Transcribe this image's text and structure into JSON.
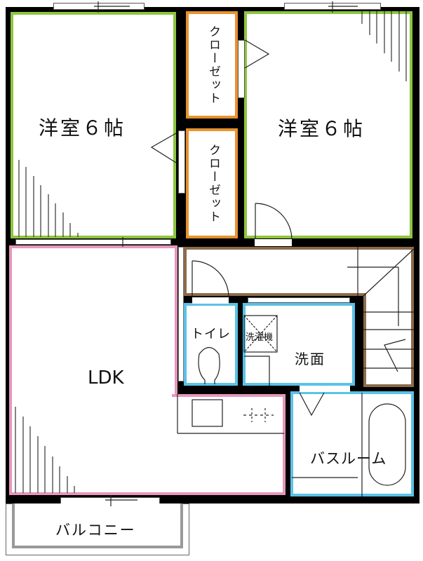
{
  "plan": {
    "colors": {
      "wall": "#000000",
      "bedroom_border": "#8dc63f",
      "closet_border": "#e8922e",
      "ldk_border": "#e597bd",
      "wet_border": "#5bc2e7",
      "hall_border": "#8b6b4a"
    },
    "rooms": {
      "bedroom_west": {
        "label": "洋室６帖"
      },
      "bedroom_east": {
        "label": "洋室６帖"
      },
      "closet_upper": {
        "label": "クローゼット"
      },
      "closet_lower": {
        "label": "クローゼット"
      },
      "ldk": {
        "label": "LDK"
      },
      "toilet": {
        "label": "トイレ"
      },
      "washroom": {
        "label": "洗面"
      },
      "washing_machine": {
        "label": "洗濯機"
      },
      "bathroom": {
        "label": "バスルーム"
      },
      "balcony": {
        "label": "バルコニー"
      }
    }
  }
}
